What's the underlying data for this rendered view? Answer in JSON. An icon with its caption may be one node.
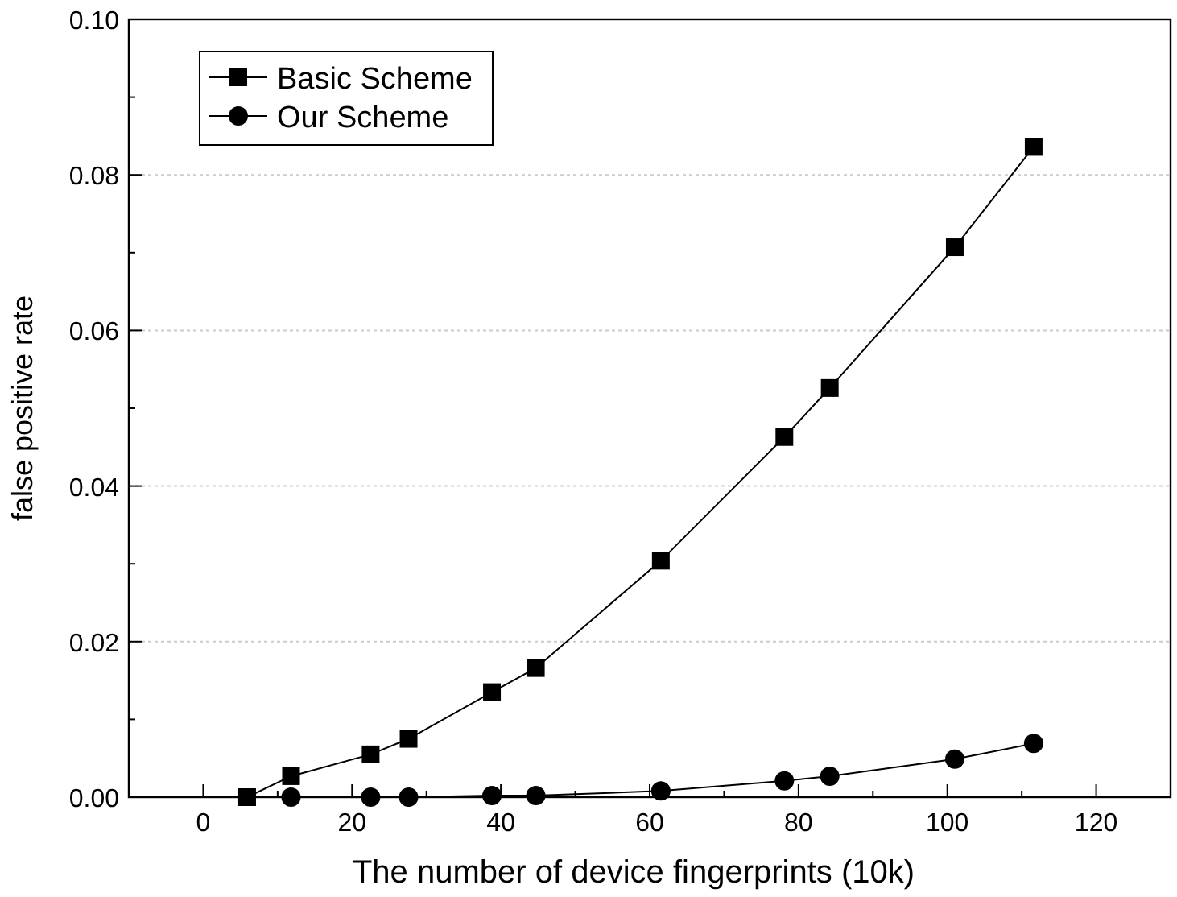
{
  "diagram": {
    "chart_data": {
      "type": "line",
      "xlabel": "The number of device fingerprints (10k)",
      "ylabel": "false positive rate",
      "x": [
        5.9,
        11.8,
        22.5,
        27.6,
        38.8,
        44.7,
        61.5,
        78.1,
        84.2,
        101.0,
        111.6
      ],
      "series": [
        {
          "name": "Basic Scheme",
          "color": "#000000",
          "marker": "square",
          "values": [
            0.0,
            0.0027,
            0.0055,
            0.0075,
            0.0135,
            0.0166,
            0.0304,
            0.0463,
            0.0526,
            0.0707,
            0.0836
          ]
        },
        {
          "name": "Our Scheme",
          "color": "#000000",
          "marker": "circle",
          "values": [
            null,
            0.0,
            0.0,
            0.0,
            0.0002,
            0.0002,
            0.0008,
            0.0021,
            0.0027,
            0.0049,
            0.0069
          ]
        }
      ],
      "grid": "y",
      "legend": true,
      "xlim": [
        -10,
        130
      ],
      "ylim": [
        0,
        0.1
      ],
      "xticks": [
        0,
        20,
        40,
        60,
        80,
        100,
        120
      ],
      "yticks": [
        {
          "value": 0,
          "label": "0.00"
        },
        {
          "value": 0.02,
          "label": "0.02"
        },
        {
          "value": 0.04,
          "label": "0.04"
        },
        {
          "value": 0.06,
          "label": "0.06"
        },
        {
          "value": 0.08,
          "label": "0.08"
        },
        {
          "value": 0.1,
          "label": "0.10"
        }
      ]
    }
  }
}
